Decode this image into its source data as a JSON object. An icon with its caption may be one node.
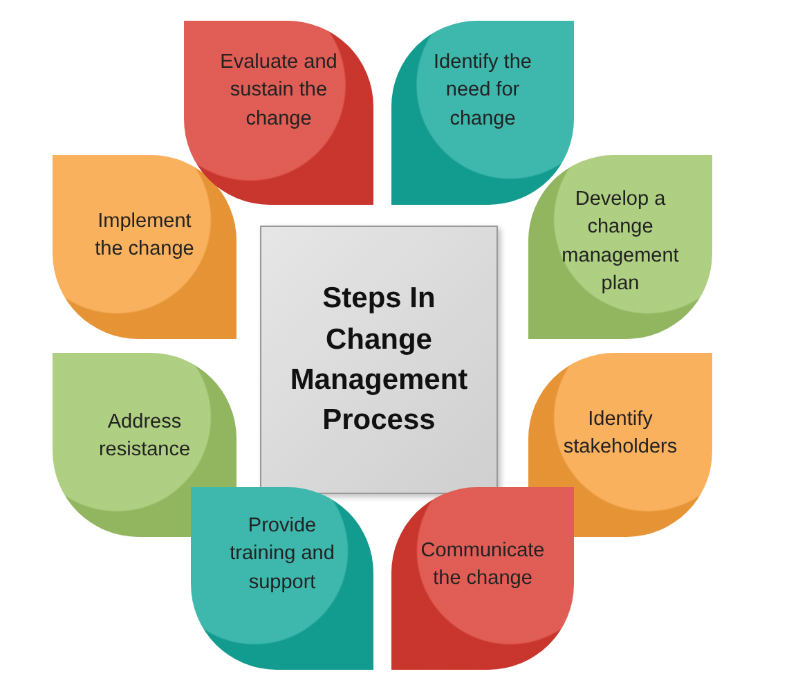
{
  "diagram": {
    "nodes": [
      {
        "text": [
          "Steps In Change Management Process"
        ]
      },
      {
        "text": [
          "Identify the need for change"
        ]
      },
      {
        "text": [
          "Develop a change management plan"
        ]
      },
      {
        "text": [
          "Identify stakeholders"
        ]
      },
      {
        "text": [
          "Communicate the change"
        ]
      },
      {
        "text": [
          "Provide training and support"
        ]
      },
      {
        "text": [
          "Address resistance"
        ]
      },
      {
        "text": [
          "Implement the change"
        ]
      },
      {
        "text": [
          "Evaluate and sustain the change"
        ]
      }
    ]
  }
}
